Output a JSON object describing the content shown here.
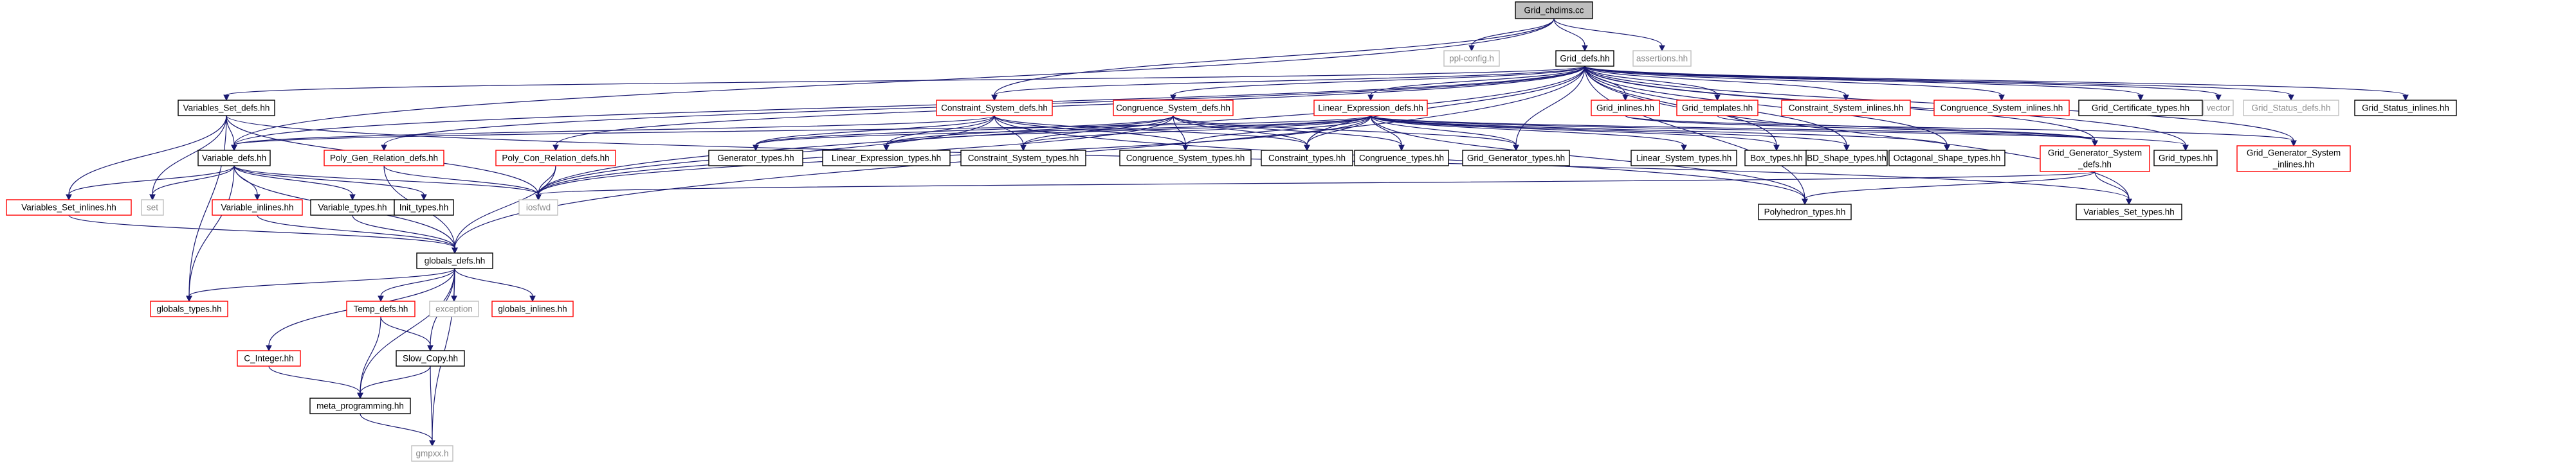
{
  "colors": {
    "edge": "#191970",
    "red_border": "#ff0000",
    "black_border": "#000000",
    "gray_border": "#bfbfbf",
    "root_fill": "#bfbfbf",
    "gray_text": "#8a8a8a"
  },
  "nodes": {
    "root": "Grid_chdims.cc",
    "ppl_config": "ppl-config.h",
    "grid_defs": "Grid_defs.hh",
    "assertions": "assertions.hh",
    "variables_set_defs": "Variables_Set_defs.hh",
    "constraint_system_defs": "Constraint_System_defs.hh",
    "congruence_system_defs": "Congruence_System_defs.hh",
    "linear_expression_defs": "Linear_Expression_defs.hh",
    "grid_inlines": "Grid_inlines.hh",
    "grid_templates": "Grid_templates.hh",
    "constraint_system_inlines": "Constraint_System_inlines.hh",
    "congruence_system_inlines": "Congruence_System_inlines.hh",
    "grid_certificate_types": "Grid_Certificate_types.hh",
    "vector": "vector",
    "grid_status_defs": "Grid_Status_defs.hh",
    "grid_status_inlines": "Grid_Status_inlines.hh",
    "variable_defs": "Variable_defs.hh",
    "poly_gen_relation_defs": "Poly_Gen_Relation_defs.hh",
    "poly_con_relation_defs": "Poly_Con_Relation_defs.hh",
    "generator_types": "Generator_types.hh",
    "linear_expression_types": "Linear_Expression_types.hh",
    "constraint_system_types": "Constraint_System_types.hh",
    "congruence_system_types": "Congruence_System_types.hh",
    "constraint_types": "Constraint_types.hh",
    "congruence_types": "Congruence_types.hh",
    "grid_generator_types": "Grid_Generator_types.hh",
    "linear_system_types": "Linear_System_types.hh",
    "box_types": "Box_types.hh",
    "bd_shape_types": "BD_Shape_types.hh",
    "octagonal_shape_types": "Octagonal_Shape_types.hh",
    "grid_generator_system_defs_l1": "Grid_Generator_System",
    "grid_generator_system_defs_l2": "_defs.hh",
    "grid_types": "Grid_types.hh",
    "grid_generator_system_inlines_l1": "Grid_Generator_System",
    "grid_generator_system_inlines_l2": "_inlines.hh",
    "variables_set_inlines": "Variables_Set_inlines.hh",
    "set": "set",
    "variable_inlines": "Variable_inlines.hh",
    "variable_types": "Variable_types.hh",
    "init_types": "Init_types.hh",
    "iosfwd": "iosfwd",
    "polyhedron_types": "Polyhedron_types.hh",
    "variables_set_types": "Variables_Set_types.hh",
    "globals_defs": "globals_defs.hh",
    "globals_types": "globals_types.hh",
    "temp_defs": "Temp_defs.hh",
    "exception": "exception",
    "globals_inlines": "globals_inlines.hh",
    "c_integer": "C_Integer.hh",
    "slow_copy": "Slow_Copy.hh",
    "meta_programming": "meta_programming.hh",
    "gmpxx": "gmpxx.h"
  }
}
